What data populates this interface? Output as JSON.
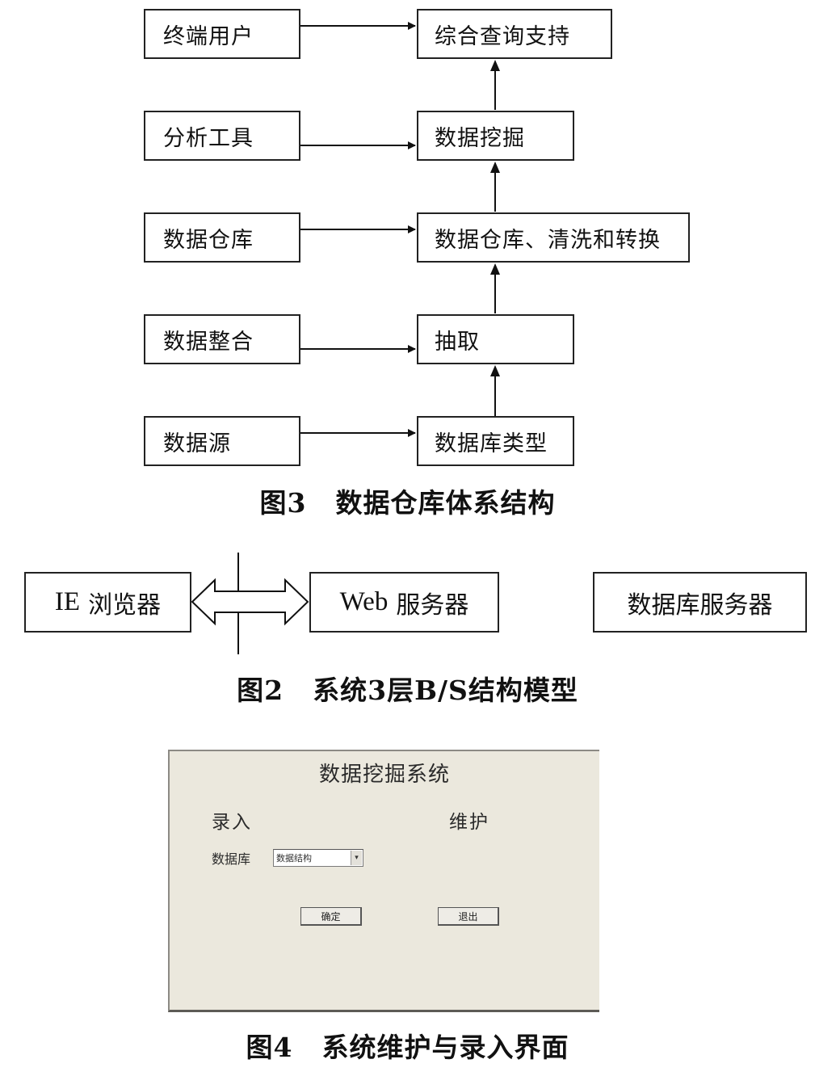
{
  "figure3": {
    "caption_num": "图3",
    "caption_text": "数据仓库体系结构",
    "left_boxes": [
      "终端用户",
      "分析工具",
      "数据仓库",
      "数据整合",
      "数据源"
    ],
    "right_boxes": [
      "综合查询支持",
      "数据挖掘",
      "数据仓库、清洗和转换",
      "抽取",
      "数据库类型"
    ]
  },
  "figure2": {
    "caption_num": "图2",
    "caption_text": "系统3层B/S结构模型",
    "browser_en": "IE",
    "browser_cn": "浏览器",
    "web_en": "Web",
    "web_cn": "服务器",
    "db_server": "数据库服务器"
  },
  "figure4": {
    "caption_num": "图4",
    "caption_text": "系统维护与录入界面",
    "window_title": "数据挖掘系统",
    "entry_heading": "录入",
    "maintain_heading": "维护",
    "database_label": "数据库",
    "database_select_value": "数据结构",
    "ok_button": "确定",
    "exit_button": "退出"
  }
}
